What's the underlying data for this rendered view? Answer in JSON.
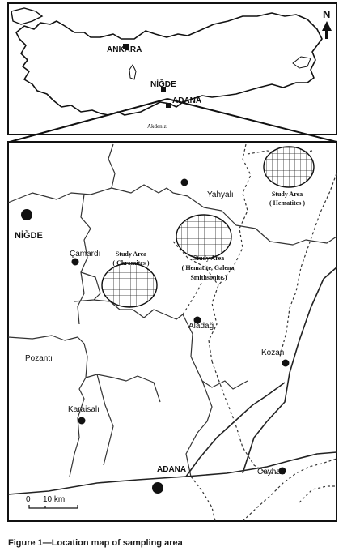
{
  "overview_map": {
    "cities": [
      "ANKARA",
      "NİĞDE",
      "ADANA"
    ],
    "sea_label": "Akdeniz",
    "north_label": "N"
  },
  "detail_map": {
    "towns": {
      "nigde": "NİĞDE",
      "camardi": "Çamardı",
      "yahyali": "Yahyalı",
      "aladag": "Aladağ",
      "pozanti": "Pozantı",
      "kozan": "Kozan",
      "karaisali": "Karaisalı",
      "adana": "ADANA",
      "ceyhan": "Ceyhan"
    },
    "study_areas": {
      "chromites": [
        "Study Area",
        "( Chromites )"
      ],
      "hematites": [
        "Study Area",
        "( Hematites )"
      ],
      "hematite_galena": [
        "Study Area",
        "( Hematite, Galena,",
        "Smithsonite )"
      ]
    },
    "scale": {
      "zero": "0",
      "distance": "10 km"
    }
  },
  "caption": "Figure 1—Location map of sampling area"
}
